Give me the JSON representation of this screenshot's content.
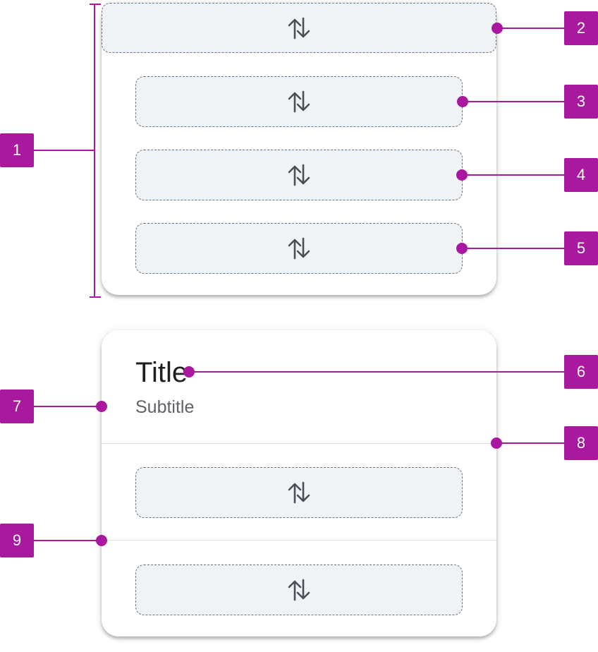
{
  "card_header": {
    "title": "Title",
    "subtitle": "Subtitle"
  },
  "slot_icon": "swap-vertical-icon",
  "callouts": [
    "1",
    "2",
    "3",
    "4",
    "5",
    "6",
    "7",
    "8",
    "9"
  ],
  "colors": {
    "accent": "#a8199e",
    "slot_fill": "#eef3f7",
    "slot_border": "#6e7378",
    "divider": "#dfe1e3"
  }
}
